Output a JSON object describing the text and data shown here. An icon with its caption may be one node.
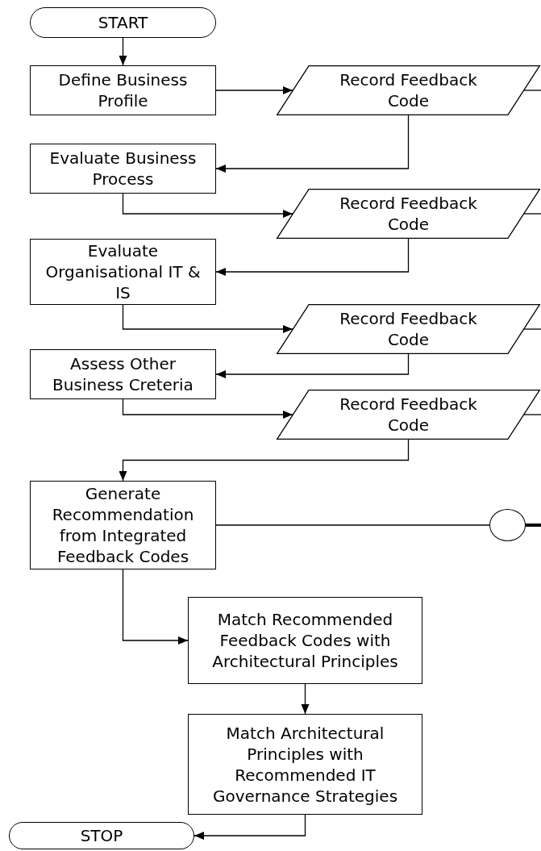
{
  "diagram": {
    "nodes": [
      {
        "text": [
          "START"
        ]
      },
      {
        "text": [
          "Define Business Profile"
        ]
      },
      {
        "text": [
          "Record Feedback Code"
        ]
      },
      {
        "text": [
          "Evaluate Business Process"
        ]
      },
      {
        "text": [
          "Record Feedback Code"
        ]
      },
      {
        "text": [
          "Evaluate Organisational IT & IS"
        ]
      },
      {
        "text": [
          "Record Feedback Code"
        ]
      },
      {
        "text": [
          "Assess Other Business Creteria"
        ]
      },
      {
        "text": [
          "Record Feedback Code"
        ]
      },
      {
        "text": [
          "Generate Recommendation from Integrated Feedback Codes"
        ]
      },
      {
        "text": [
          "Match Recommended Feedback Codes with Architectural Principles"
        ]
      },
      {
        "text": [
          "Match Architectural Principles with Recommended IT Governance Strategies"
        ]
      },
      {
        "text": [
          "STOP"
        ]
      },
      {
        "text": [],
        "shape": "circle"
      }
    ],
    "edges": [
      {
        "from": 0,
        "to": 1,
        "arrow": "to"
      },
      {
        "from": 1,
        "to": 2,
        "arrow": "to"
      },
      {
        "from": 2,
        "to": null,
        "arrow": "none"
      },
      {
        "from": 2,
        "to": 3,
        "arrow": "to"
      },
      {
        "from": 3,
        "to": 4,
        "arrow": "to"
      },
      {
        "from": 4,
        "to": null,
        "arrow": "none"
      },
      {
        "from": 4,
        "to": 5,
        "arrow": "to"
      },
      {
        "from": 5,
        "to": 6,
        "arrow": "to"
      },
      {
        "from": 6,
        "to": null,
        "arrow": "none"
      },
      {
        "from": 6,
        "to": 7,
        "arrow": "to"
      },
      {
        "from": 7,
        "to": 8,
        "arrow": "to"
      },
      {
        "from": 8,
        "to": null,
        "arrow": "none"
      },
      {
        "from": 8,
        "to": 9,
        "arrow": "to"
      },
      {
        "from": 9,
        "to": 13,
        "arrow": "none"
      },
      {
        "from": 13,
        "to": null,
        "arrow": "none",
        "style": "thick"
      },
      {
        "from": 9,
        "to": 10,
        "arrow": "to"
      },
      {
        "from": 10,
        "to": 11,
        "arrow": "to"
      },
      {
        "from": 11,
        "to": 12,
        "arrow": "to"
      }
    ]
  }
}
